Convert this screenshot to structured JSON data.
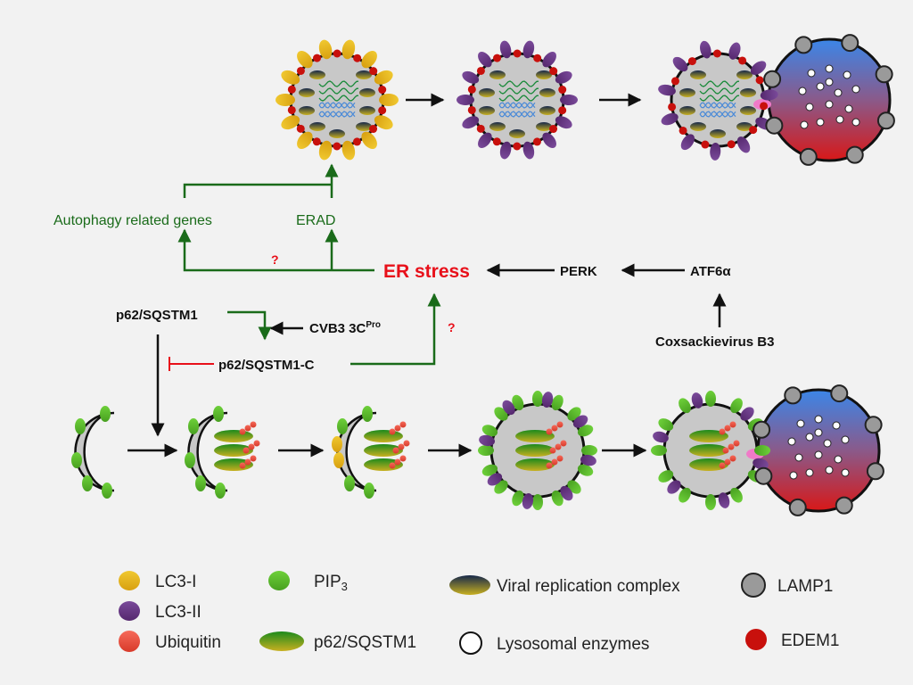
{
  "labels": {
    "autophagy_genes": "Autophagy related genes",
    "erad": "ERAD",
    "er_stress": "ER stress",
    "perk": "PERK",
    "atf6a": "ATF6α",
    "coxsackievirus": "Coxsackievirus B3",
    "p62": "p62/SQSTM1",
    "cvb3_base": "CVB3 3C",
    "cvb3_sup": "Pro",
    "p62c": "p62/SQSTM1-C",
    "question_mark": "?"
  },
  "legend": {
    "lc3i": "LC3-I",
    "lc3ii": "LC3-II",
    "ubiquitin": "Ubiquitin",
    "pip3_base": "PIP",
    "pip3_sub": "3",
    "p62": "p62/SQSTM1",
    "viral_complex": "Viral replication complex",
    "lysosomal": "Lysosomal enzymes",
    "lamp1": "LAMP1",
    "edem1": "EDEM1"
  },
  "colors": {
    "background": "#f2f2f2",
    "pathway_green": "#1a6b1a",
    "stress_red": "#e8101a",
    "lc3_i": "#e8b820",
    "lc3_ii": "#6a3a8a",
    "ubiquitin": "#ee5040",
    "pip3": "#5cb82c",
    "edem1": "#c8100c",
    "lamp1": "#9a9a9a",
    "membrane_gray": "#c8c8c8"
  }
}
